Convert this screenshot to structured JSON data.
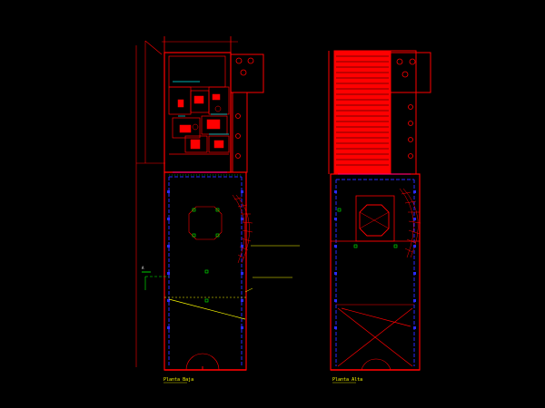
{
  "plans": [
    {
      "title": "Planta Baja"
    },
    {
      "title": "Planta Alta"
    }
  ],
  "notes": {
    "top_left_dim": "",
    "top_right_caption": "",
    "area_left": "",
    "area_right": "",
    "calc_title": "",
    "calc_lines": [
      "",
      "",
      "",
      ""
    ],
    "total_line": "",
    "dim_a": "",
    "dim_b": "",
    "room_note": "",
    "section_mark": "A"
  },
  "colors": {
    "background": "#000000",
    "wall": "#ff0000",
    "axis_blue": "#2a2aff",
    "text_yellow": "#ffff00",
    "accent_green": "#00ff00",
    "accent_cyan": "#00e5e5",
    "accent_magenta": "#ff00ff"
  }
}
